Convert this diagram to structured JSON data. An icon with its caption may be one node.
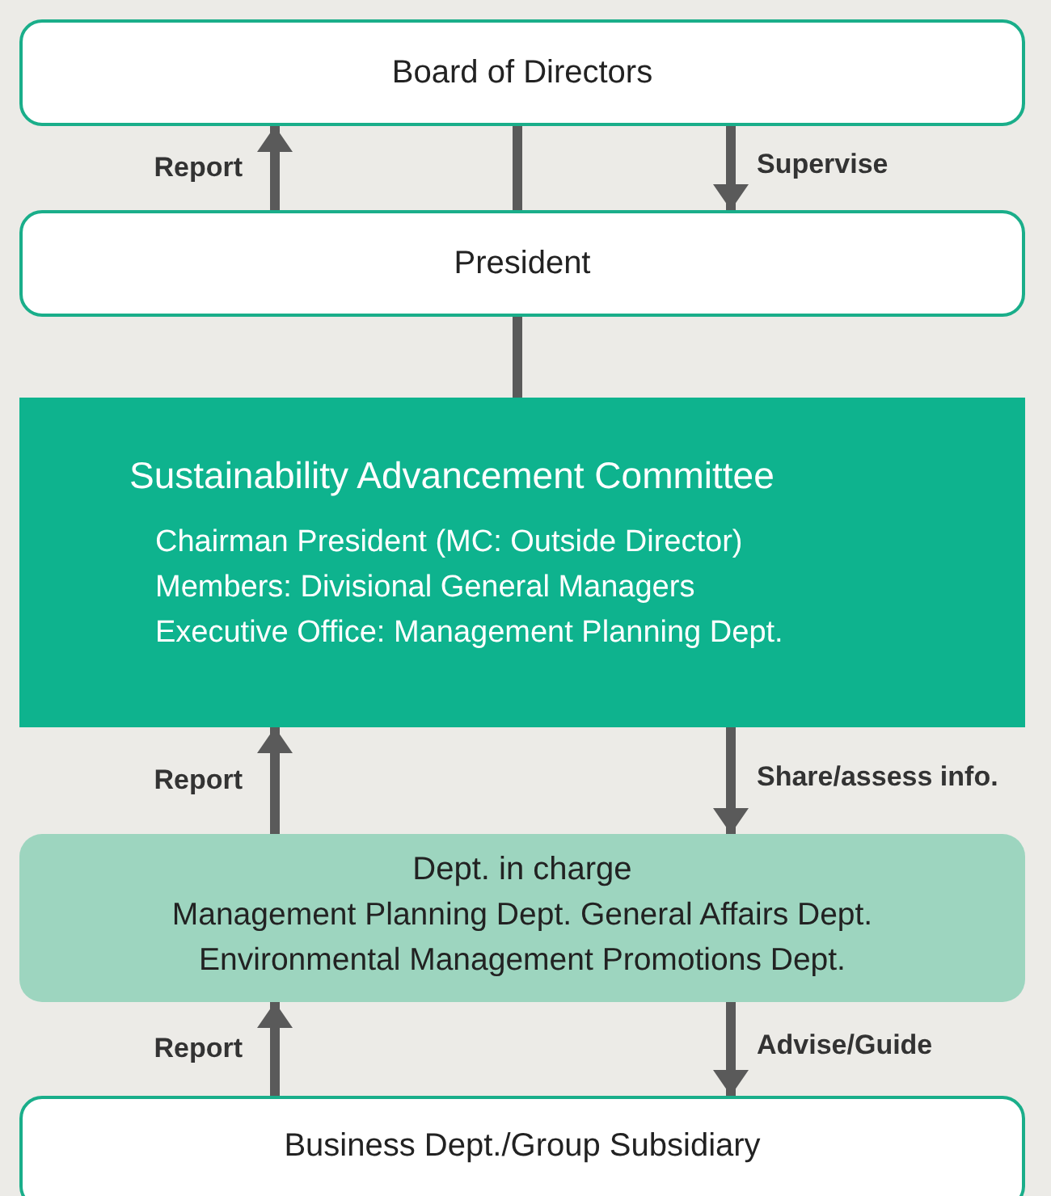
{
  "diagram": {
    "nodes": [
      {
        "text": [
          "Board of Directors"
        ]
      },
      {
        "text": [
          "President"
        ]
      },
      {
        "text": [
          "Sustainability Advancement Committee",
          "Chairman President (MC: Outside Director)",
          "Members: Divisional General Managers",
          "Executive Office: Management Planning Dept."
        ]
      },
      {
        "text": [
          "Dept. in charge",
          "Management Planning Dept. General Affairs Dept.",
          "Environmental Management Promotions Dept."
        ]
      },
      {
        "text": [
          "Business Dept./Group Subsidiary"
        ]
      }
    ],
    "edges": [
      {
        "from": 1,
        "to": 0,
        "arrow": "to",
        "label": "Report"
      },
      {
        "from": 0,
        "to": 1,
        "arrow": "none"
      },
      {
        "from": 0,
        "to": 1,
        "arrow": "to",
        "label": "Supervise"
      },
      {
        "from": 1,
        "to": 2,
        "arrow": "none"
      },
      {
        "from": 3,
        "to": 2,
        "arrow": "to",
        "label": "Report"
      },
      {
        "from": 2,
        "to": 3,
        "arrow": "to",
        "label": "Share/assess info."
      },
      {
        "from": 4,
        "to": 3,
        "arrow": "to",
        "label": "Report"
      },
      {
        "from": 3,
        "to": 4,
        "arrow": "to",
        "label": "Advise/Guide"
      }
    ]
  }
}
